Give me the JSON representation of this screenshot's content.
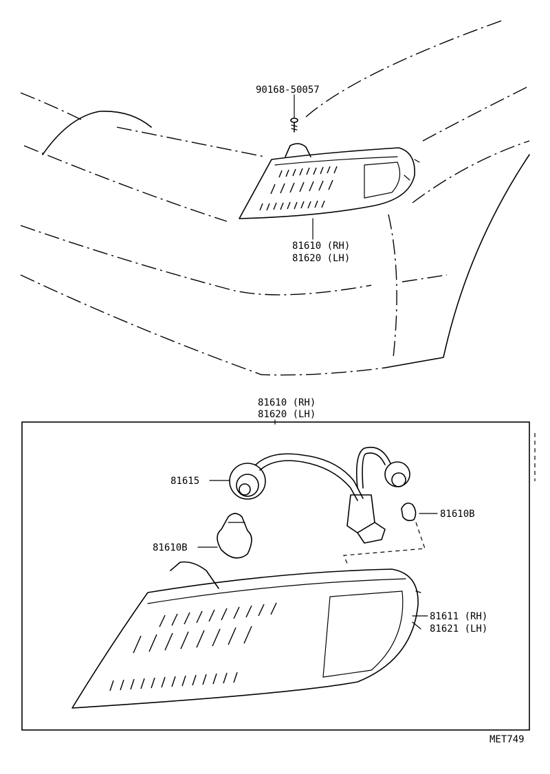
{
  "upper_view": {
    "screw_part_no": "90168-50057",
    "lamp_rh_label": "81610 (RH)",
    "lamp_lh_label": "81620 (LH)"
  },
  "exploded_view": {
    "assembly_rh_label": "81610 (RH)",
    "assembly_lh_label": "81620 (LH)",
    "socket_label": "81615",
    "bulb_left_label": "81610B",
    "bulb_right_label": "81610B",
    "lens_rh_label": "81611 (RH)",
    "lens_lh_label": "81621 (LH)"
  },
  "diagram_code": "MET749"
}
